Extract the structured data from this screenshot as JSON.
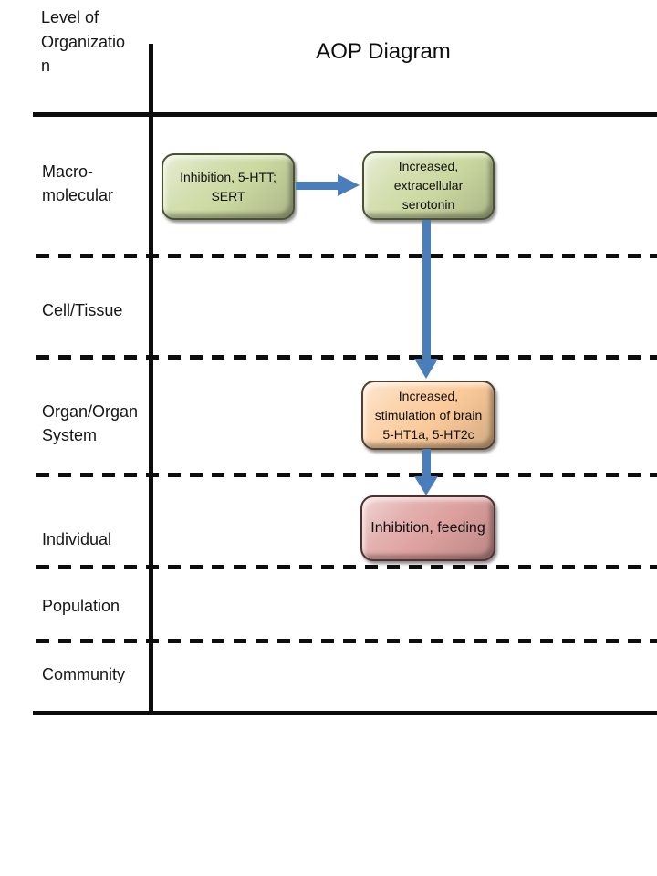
{
  "header": {
    "level_label": "Level of\nOrganizatio\nn",
    "title": "AOP Diagram"
  },
  "rows": [
    {
      "label": "Macro-\nmolecular"
    },
    {
      "label": "Cell/Tissue"
    },
    {
      "label": "Organ/Organ\nSystem"
    },
    {
      "label": "Individual"
    },
    {
      "label": "Population"
    },
    {
      "label": "Community"
    }
  ],
  "nodes": [
    {
      "label": "Inhibition, 5-HTT;\nSERT",
      "fill": "#cbd9a1",
      "border": "#4b5230"
    },
    {
      "label": "Increased,\nextracellular\nserotonin",
      "fill": "#cbd9a1",
      "border": "#4b5230"
    },
    {
      "label": "Increased,\nstimulation of brain\n5-HT1a, 5-HT2c",
      "fill": "#fbca9a",
      "border": "#54402a"
    },
    {
      "label": "Inhibition, feeding",
      "fill": "#dda09e",
      "border": "#51302e"
    }
  ],
  "colors": {
    "arrow": "#4a7ebb",
    "line": "#0d0d0d"
  }
}
